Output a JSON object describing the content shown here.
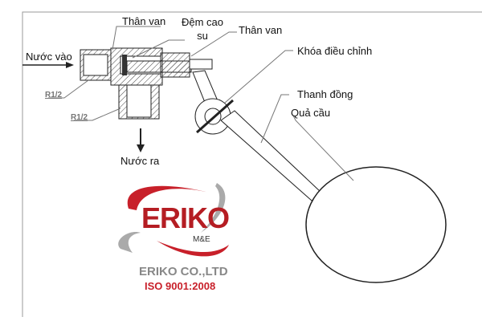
{
  "labels": {
    "than_van_1": "Thân van",
    "dem_cao_su": "Đệm cao su",
    "than_van_2": "Thân van",
    "nuoc_vao": "Nước vào",
    "khoa_dieu_chinh": "Khóa điều chỉnh",
    "thanh_dong": "Thanh đồng",
    "qua_cau": "Quả cầu",
    "r12_1": "R1/2",
    "r12_2": "R1/2",
    "nuoc_ra": "Nước ra"
  },
  "logo": {
    "name": "ERIKO",
    "sub": "M&E",
    "company": "ERIKO CO.,LTD",
    "iso": "ISO 9001:2008"
  },
  "colors": {
    "brand_red": "#b51d23",
    "brand_gray": "#999999"
  }
}
